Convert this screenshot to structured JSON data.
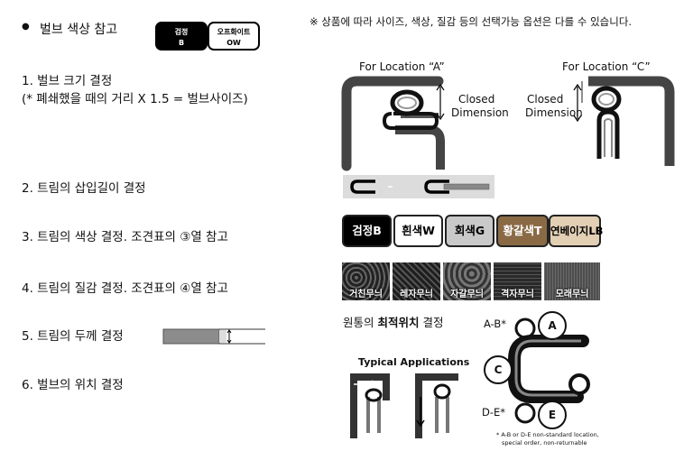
{
  "header": {
    "bullet": "●",
    "title": "벌브 색상 참고",
    "chips": [
      {
        "name": "검정",
        "code": "B",
        "bg": "#000000",
        "fg": "#ffffff"
      },
      {
        "name": "오프화이트",
        "code": "OW",
        "bg": "#ffffff",
        "fg": "#000000"
      }
    ],
    "note": "※ 상품에 따라 사이즈, 색상, 질감 등의 선택가능 옵션은 다를 수 있습니다."
  },
  "steps": [
    {
      "line1": "1. 벌브 크기 결정",
      "line2": "(* 폐쇄했을 때의 거리 X 1.5 = 벌브사이즈)"
    },
    {
      "line1": "2. 트림의 삽입길이 결정"
    },
    {
      "line1": "3. 트림의 색상 결정. 조견표의 ③열 참고"
    },
    {
      "line1": "4. 트림의 질감 결정. 조견표의 ④열 참고"
    },
    {
      "line1": "5. 트림의 두께 결정"
    },
    {
      "line1": "6. 벌브의 위치 결정"
    }
  ],
  "diagrams": {
    "location_a": "For Location “A”",
    "location_c": "For Location “C”",
    "closed_dimension": "Closed\nDimension"
  },
  "colors": [
    {
      "label": "검정B",
      "bg": "#000000",
      "fg": "#ffffff"
    },
    {
      "label": "흰색W",
      "bg": "#ffffff",
      "fg": "#000000"
    },
    {
      "label": "회색G",
      "bg": "#c9c9c9",
      "fg": "#000000"
    },
    {
      "label": "황갈색T",
      "bg": "#8a6a45",
      "fg": "#ffffff"
    },
    {
      "label": "연베이지LB",
      "bg": "#e2cfb4",
      "fg": "#000000"
    }
  ],
  "textures": [
    {
      "label": "거친무늬",
      "bg": "#3a3a3a"
    },
    {
      "label": "레자무늬",
      "bg": "#2e2e2e"
    },
    {
      "label": "자갈무늬",
      "bg": "#4a4a4a"
    },
    {
      "label": "격자무늬",
      "bg": "#333333"
    },
    {
      "label": "모래무늬",
      "bg": "#5a5a5a"
    }
  ],
  "position": {
    "title_prefix": "원통의 ",
    "title_bold": "최적위치",
    "title_suffix": " 결정",
    "typical": "Typical Applications",
    "labels": [
      "A-B*",
      "A",
      "C",
      "D-E*",
      "E"
    ],
    "footnote_1": "* A-B or D-E non-standard location,",
    "footnote_2": "special order, non-returnable"
  }
}
